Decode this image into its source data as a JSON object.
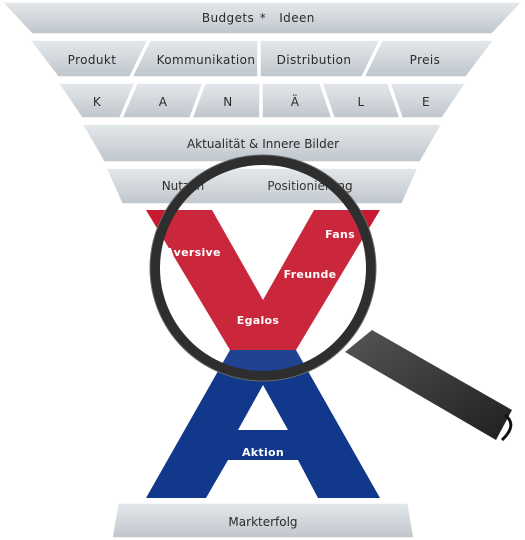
{
  "funnel": {
    "top_row": [
      "Budgets",
      "*",
      "Ideen"
    ],
    "marketing_mix": [
      "Produkt",
      "Kommunikation",
      "Distribution",
      "Preis"
    ],
    "kanaele_letters": [
      "K",
      "A",
      "N",
      "Ä",
      "L",
      "E"
    ],
    "aktualitaet": "Aktualität & Innere Bilder",
    "nutzen": "Nutzen",
    "positionierung": "Positionierung",
    "markterfolg": "Markterfolg"
  },
  "v_shape": {
    "left_label": "Aversive",
    "right_top_label": "Fans",
    "right_mid_label": "Freunde",
    "bottom_label": "Egalos"
  },
  "a_shape": {
    "label": "Aktion"
  },
  "colors": {
    "v_red": "#c81a30",
    "a_blue": "#11388a",
    "band_gray": "#cfd5da",
    "lens_frame": "#333333"
  }
}
